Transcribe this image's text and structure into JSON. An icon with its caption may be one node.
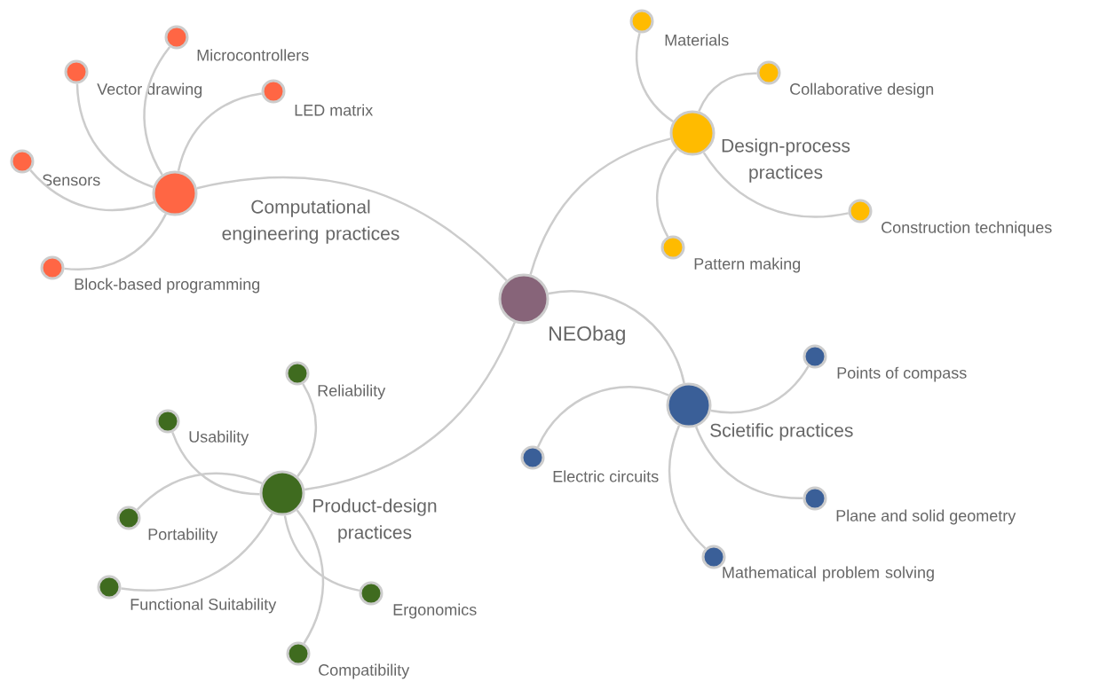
{
  "diagram": {
    "nodes": [
      {
        "text": [
          "NEObag"
        ]
      },
      {
        "text": [
          "Computational engineering practices"
        ]
      },
      {
        "text": [
          "Microcontrollers"
        ]
      },
      {
        "text": [
          "Vector drawing"
        ]
      },
      {
        "text": [
          "LED matrix"
        ]
      },
      {
        "text": [
          "Sensors"
        ]
      },
      {
        "text": [
          "Block-based programming"
        ]
      },
      {
        "text": [
          "Design-process practices"
        ]
      },
      {
        "text": [
          "Materials"
        ]
      },
      {
        "text": [
          "Collaborative design"
        ]
      },
      {
        "text": [
          "Construction techniques"
        ]
      },
      {
        "text": [
          "Pattern making"
        ]
      },
      {
        "text": [
          "Scietific practices"
        ]
      },
      {
        "text": [
          "Points of compass"
        ]
      },
      {
        "text": [
          "Electric circuits"
        ]
      },
      {
        "text": [
          "Plane and solid geometry"
        ]
      },
      {
        "text": [
          "Mathematical problem solving"
        ]
      },
      {
        "text": [
          "Product-design practices"
        ]
      },
      {
        "text": [
          "Reliability"
        ]
      },
      {
        "text": [
          "Usability"
        ]
      },
      {
        "text": [
          "Portability"
        ]
      },
      {
        "text": [
          "Functional Suitability"
        ]
      },
      {
        "text": [
          "Ergonomics"
        ]
      },
      {
        "text": [
          "Compatibility"
        ]
      }
    ],
    "edges": [
      {
        "from": 0,
        "to": 1,
        "arrow": "none"
      },
      {
        "from": 0,
        "to": 7,
        "arrow": "none"
      },
      {
        "from": 0,
        "to": 12,
        "arrow": "none"
      },
      {
        "from": 0,
        "to": 17,
        "arrow": "none"
      },
      {
        "from": 1,
        "to": 2,
        "arrow": "none"
      },
      {
        "from": 1,
        "to": 3,
        "arrow": "none"
      },
      {
        "from": 1,
        "to": 4,
        "arrow": "none"
      },
      {
        "from": 1,
        "to": 5,
        "arrow": "none"
      },
      {
        "from": 1,
        "to": 6,
        "arrow": "none"
      },
      {
        "from": 7,
        "to": 8,
        "arrow": "none"
      },
      {
        "from": 7,
        "to": 9,
        "arrow": "none"
      },
      {
        "from": 7,
        "to": 10,
        "arrow": "none"
      },
      {
        "from": 7,
        "to": 11,
        "arrow": "none"
      },
      {
        "from": 12,
        "to": 13,
        "arrow": "none"
      },
      {
        "from": 12,
        "to": 14,
        "arrow": "none"
      },
      {
        "from": 12,
        "to": 15,
        "arrow": "none"
      },
      {
        "from": 12,
        "to": 16,
        "arrow": "none"
      },
      {
        "from": 17,
        "to": 18,
        "arrow": "none"
      },
      {
        "from": 17,
        "to": 19,
        "arrow": "none"
      },
      {
        "from": 17,
        "to": 20,
        "arrow": "none"
      },
      {
        "from": 17,
        "to": 21,
        "arrow": "none"
      },
      {
        "from": 17,
        "to": 22,
        "arrow": "none"
      },
      {
        "from": 17,
        "to": 23,
        "arrow": "none"
      }
    ]
  }
}
